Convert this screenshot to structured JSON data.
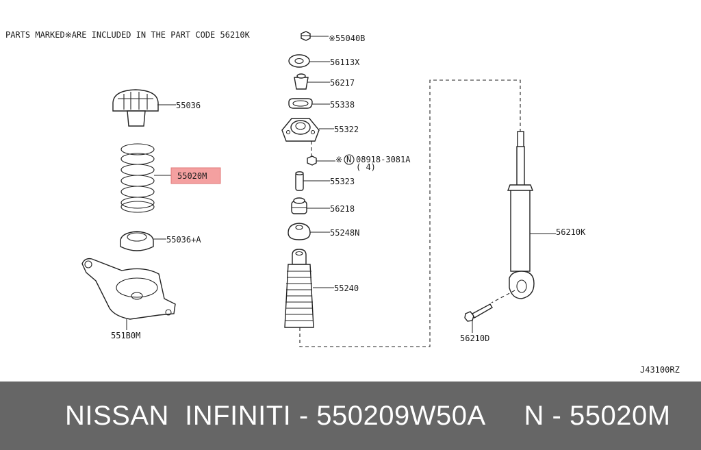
{
  "note": "PARTS MARKED※ARE INCLUDED IN THE PART CODE 56210K",
  "diagram_code": "J43100RZ",
  "highlight_color": "#f4a0a0",
  "labels": {
    "p55040B": "※55040B",
    "p56113X": "56113X",
    "p56217": "56217",
    "p55338": "55338",
    "p55322": "55322",
    "p08918_prefix": "※",
    "p08918_circle": "N",
    "p08918": "08918-3081A",
    "p08918_qty": "( 4)",
    "p55323": "55323",
    "p56218": "56218",
    "p55248N": "55248N",
    "p55240": "55240",
    "p55036": "55036",
    "p55020M": "55020M",
    "p55036A": "55036+A",
    "p551B0M": "551B0M",
    "p56210K": "56210K",
    "p56210D": "56210D"
  },
  "footer": {
    "text": "NISSAN  INFINITI - 550209W50A     N - 55020M"
  }
}
